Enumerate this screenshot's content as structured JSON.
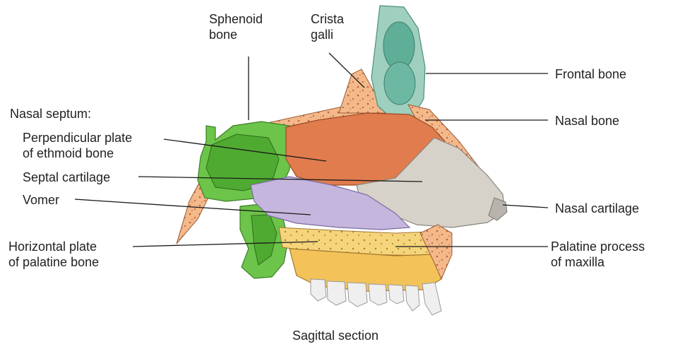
{
  "figure": {
    "caption": "Sagittal section",
    "group_heading": "Nasal septum:"
  },
  "labels": {
    "sphenoid_bone": {
      "line1": "Sphenoid",
      "line2": "bone"
    },
    "crista_galli": {
      "line1": "Crista",
      "line2": "galli"
    },
    "frontal_bone": "Frontal bone",
    "nasal_bone": "Nasal bone",
    "perpendicular_plate": {
      "line1": "Perpendicular plate",
      "line2": "of ethmoid bone"
    },
    "septal_cartilage": "Septal cartilage",
    "vomer": "Vomer",
    "nasal_cartilage": "Nasal cartilage",
    "horizontal_plate": {
      "line1": "Horizontal plate",
      "line2": "of palatine bone"
    },
    "palatine_process": {
      "line1": "Palatine process",
      "line2": "of maxilla"
    }
  },
  "colors": {
    "sphenoid": "#6cc44a",
    "ethmoid": "#e07c4e",
    "septal_cartilage": "#d4d0c8",
    "vomer": "#c3b3dc",
    "frontal": "#8cc4b4",
    "bone_spongy": "#f0b687",
    "maxilla": "#f3c35a",
    "teeth": "#ececec"
  }
}
